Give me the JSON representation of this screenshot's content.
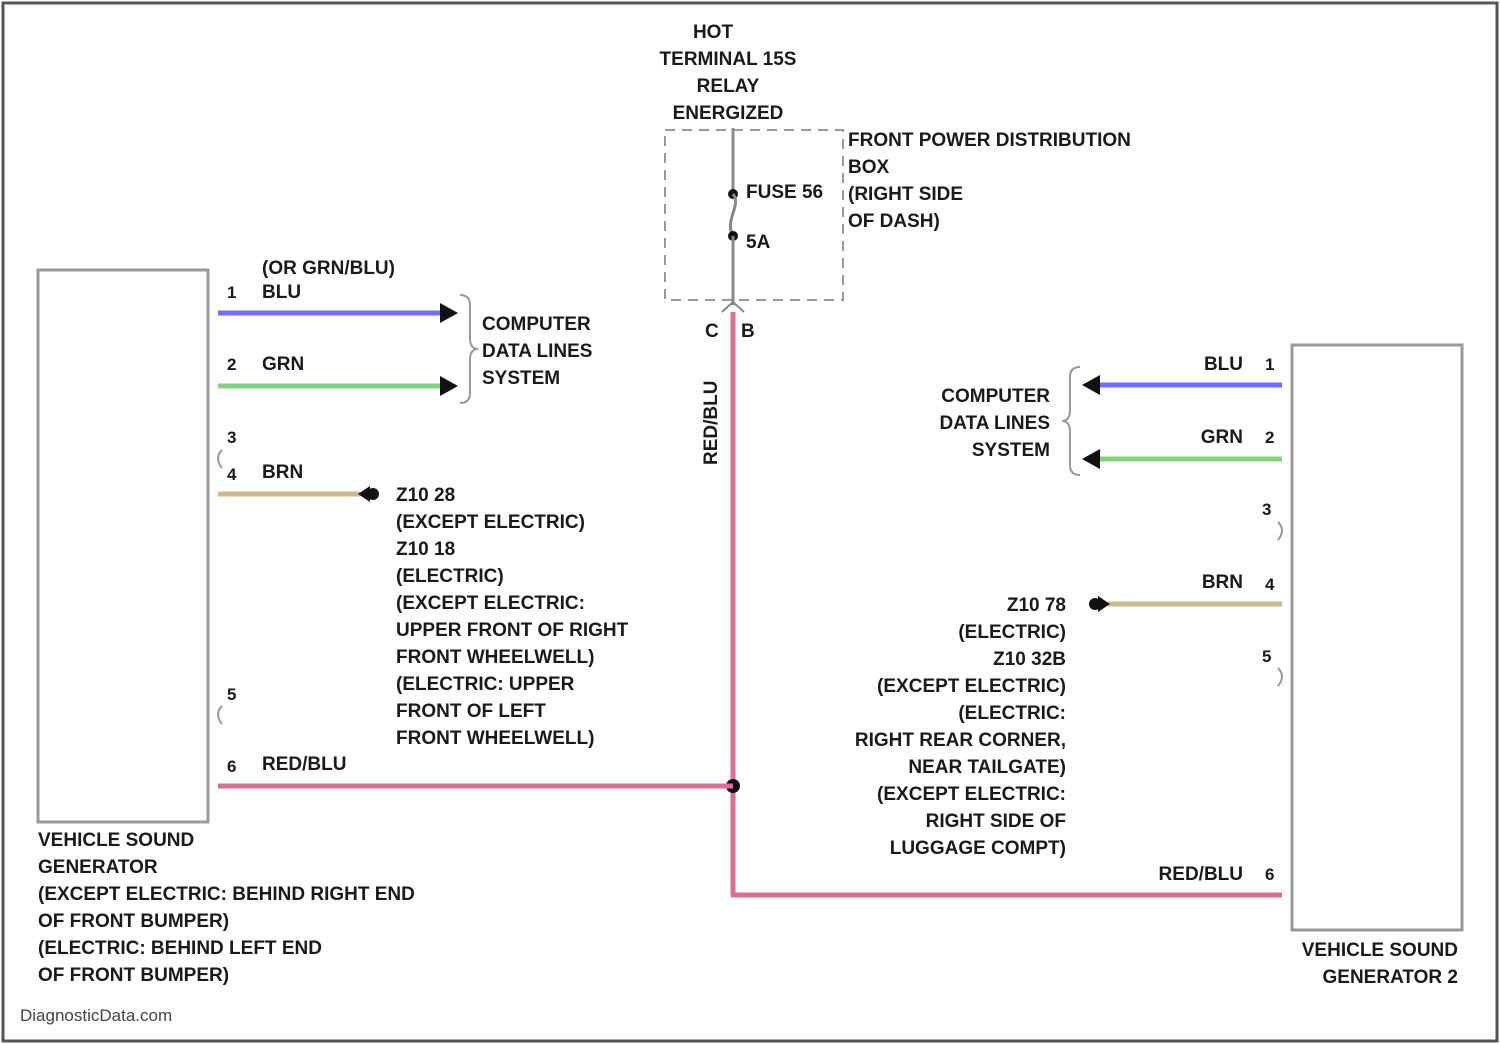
{
  "source": "DiagnosticData.com",
  "hot_label": [
    "HOT",
    "TERMINAL 15S",
    "RELAY",
    "ENERGIZED"
  ],
  "pdb_label": [
    "FRONT POWER DISTRIBUTION",
    "BOX",
    "(RIGHT SIDE",
    "OF DASH)"
  ],
  "fuse": {
    "name": "FUSE 56",
    "rating": "5A"
  },
  "connector_pins": [
    "C",
    "B"
  ],
  "vertical_wire_color": "RED/BLU",
  "left_unit": {
    "title": [
      "VEHICLE SOUND",
      "GENERATOR",
      "(EXCEPT ELECTRIC: BEHIND RIGHT END",
      "OF FRONT BUMPER)",
      "(ELECTRIC: BEHIND LEFT END",
      "OF FRONT BUMPER)"
    ],
    "pins": [
      {
        "num": "1",
        "color": "(OR GRN/BLU)\nBLU"
      },
      {
        "num": "2",
        "color": "GRN"
      },
      {
        "num": "3",
        "color": ""
      },
      {
        "num": "4",
        "color": "BRN"
      },
      {
        "num": "5",
        "color": ""
      },
      {
        "num": "6",
        "color": "RED/BLU"
      }
    ],
    "color_top_alt": "(OR GRN/BLU)",
    "color_top": "BLU",
    "data_system": [
      "COMPUTER",
      "DATA LINES",
      "SYSTEM"
    ],
    "ground_text": [
      "Z10 28",
      "(EXCEPT ELECTRIC)",
      "Z10 18",
      "(ELECTRIC)",
      "(EXCEPT ELECTRIC:",
      "UPPER FRONT OF RIGHT",
      "FRONT WHEELWELL)",
      "(ELECTRIC: UPPER",
      "FRONT OF LEFT",
      "FRONT WHEELWELL)"
    ]
  },
  "right_unit": {
    "title": [
      "VEHICLE SOUND",
      "GENERATOR 2"
    ],
    "pins": [
      {
        "num": "1",
        "color": "BLU"
      },
      {
        "num": "2",
        "color": "GRN"
      },
      {
        "num": "3",
        "color": ""
      },
      {
        "num": "4",
        "color": "BRN"
      },
      {
        "num": "5",
        "color": ""
      },
      {
        "num": "6",
        "color": "RED/BLU"
      }
    ],
    "data_system": [
      "COMPUTER",
      "DATA LINES",
      "SYSTEM"
    ],
    "ground_text": [
      "Z10 78",
      "(ELECTRIC)",
      "Z10 32B",
      "(EXCEPT ELECTRIC)",
      "(ELECTRIC:",
      "RIGHT REAR CORNER,",
      "NEAR TAILGATE)",
      "(EXCEPT ELECTRIC:",
      "RIGHT SIDE OF",
      "LUGGAGE COMPT)"
    ]
  },
  "wire_colors": {
    "blu": "#6f6fff",
    "grn": "#7fd47f",
    "brn": "#cdb98a",
    "red_blu": "#e06a98",
    "outline": "#9a9a9a"
  }
}
